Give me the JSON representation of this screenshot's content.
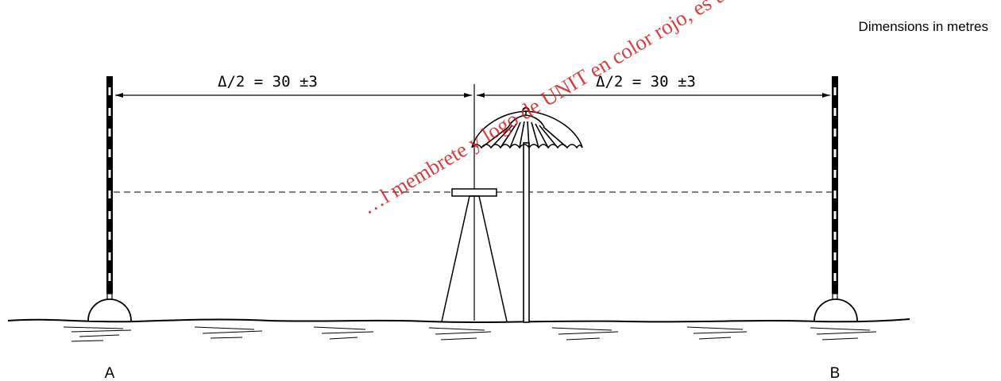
{
  "diagram": {
    "units_note": "Dimensions in metres",
    "dimension_left": "Δ/2 = 30 ±3",
    "dimension_right": "Δ/2 = 30 ±3",
    "point_a": "A",
    "point_b": "B"
  },
  "watermark": {
    "text": "…l membrete y logo de UNIT en color rojo, es una copia no autorizada"
  },
  "colors": {
    "line": "#000000",
    "watermark": "#cc2020"
  }
}
